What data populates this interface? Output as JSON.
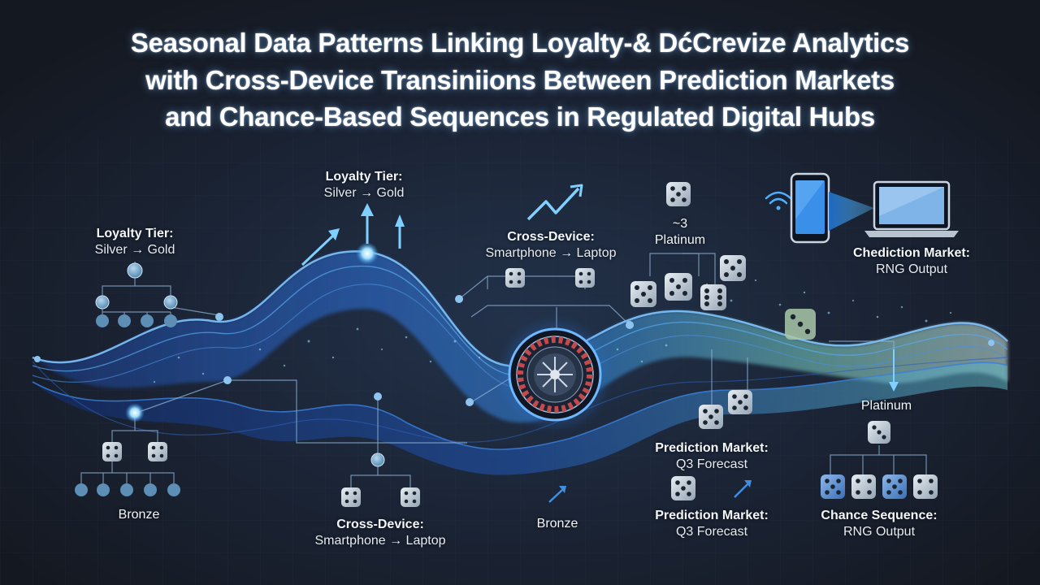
{
  "title": {
    "line1": "Seasonal Data Patterns Linking Loyalty-& DćCrevize Analytics",
    "line2": "with Cross-Device Transiniions Between Prediction Markets",
    "line3": "and Chance-Based Sequences in Regulated Digital Hubs"
  },
  "labels": {
    "loyalty_left": {
      "heading": "Loyalty Tier:",
      "sub": "Silver → Gold"
    },
    "loyalty_top": {
      "heading": "Loyalty Tier:",
      "sub": "Silver → Gold"
    },
    "cross_device_top": {
      "heading": "Cross-Device:",
      "sub": "Smartphone → Laptop"
    },
    "platinum_top": {
      "heading": "~3",
      "sub": "Platinum"
    },
    "chediction": {
      "heading": "Chediction Market:",
      "sub": "RNG Output"
    },
    "bronze_left": "Bronze",
    "cross_device_bottom": {
      "heading": "Cross-Device:",
      "sub": "Smartphone → Laptop"
    },
    "bronze_mid": "Bronze",
    "prediction_1": {
      "heading": "Prediction Market:",
      "sub": "Q3 Forecast"
    },
    "prediction_2": {
      "heading": "Prediction Market:",
      "sub": "Q3 Forecast"
    },
    "platinum_right": "Platinum",
    "chance_sequence": {
      "heading": "Chance Sequence:",
      "sub": "RNG Output"
    }
  },
  "icons": [
    "dice-icon",
    "roulette-wheel-icon",
    "smartphone-icon",
    "laptop-icon",
    "wifi-icon",
    "trend-arrow-icon",
    "up-arrow-icon",
    "down-arrow-icon"
  ],
  "colors": {
    "background": "#171c26",
    "wave_blue": "#2d6fd6",
    "wave_teal": "#7fd6c8",
    "node": "#6fa6c9",
    "accent_cyan": "#5fd0ff"
  }
}
